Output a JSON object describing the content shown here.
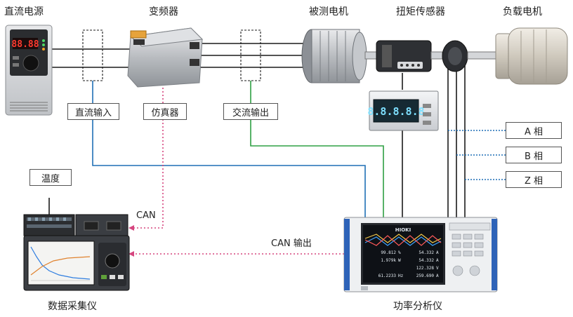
{
  "devices": {
    "dc_power": "直流电源",
    "inverter": "变频器",
    "motor_under_test": "被测电机",
    "torque_sensor": "扭矩传感器",
    "load_motor": "负载电机",
    "data_logger": "数据采集仪",
    "power_analyzer": "功率分析仪"
  },
  "boxes": {
    "dc_input": "直流输入",
    "emulator": "仿真器",
    "ac_output": "交流输出",
    "temperature": "温度",
    "phase_a": "A 相",
    "phase_b": "B 相",
    "phase_z": "Z 相"
  },
  "signals": {
    "can": "CAN",
    "can_output": "CAN 输出"
  },
  "displays": {
    "dc_power_readout": "88.88",
    "torque_meter_readout": "8.8.8.8.8",
    "analyzer_brand": "HIOKI",
    "analyzer_values_left": [
      "99.812",
      "1.979k",
      "",
      "61.2233"
    ],
    "analyzer_units_left": [
      "%",
      "W",
      "",
      "Hz"
    ],
    "analyzer_values_right": [
      "54.332",
      "54.332",
      "122.328",
      "259.690"
    ],
    "analyzer_units_right": [
      "A",
      "A",
      "V",
      "A"
    ]
  },
  "colors": {
    "line_dark": "#1a1a1a",
    "line_blue": "#1f6fb5",
    "line_green": "#2ea043",
    "line_pink": "#d6457f",
    "line_dotted_blue": "#1f6fb5"
  }
}
